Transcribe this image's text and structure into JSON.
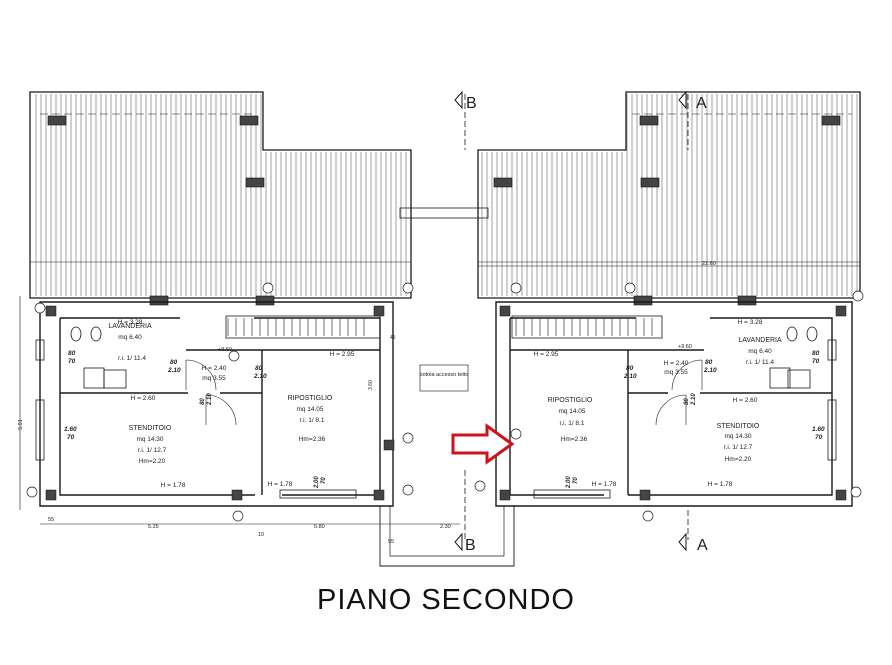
{
  "title": "PIANO SECONDO",
  "section_labels": {
    "a": "A",
    "b": "B"
  },
  "rooms": {
    "lavanderia": {
      "name": "LAVANDERIA",
      "area": "mq 6.40",
      "ri": "r.i. 1/ 11.4",
      "h": "H = 3.28"
    },
    "stenditoio": {
      "name": "STENDITOIO",
      "area": "mq 14.30",
      "ri": "r.i. 1/ 12.7",
      "hm": "Hm=2.20",
      "h1": "H = 2.60",
      "h2": "H = 1.78"
    },
    "ripostiglio": {
      "name": "RIPOSTIGLIO",
      "area": "mq 14.05",
      "ri": "r.i. 1/ 8.1",
      "hm": "Hm=2.36",
      "h1": "H = 2.95",
      "h2": "H = 1.78"
    },
    "disimpegno": {
      "h": "H = 2.40",
      "area": "mq 3.55",
      "level": "+9.60"
    }
  },
  "hatch_label": "botola accesso tetto",
  "doors": {
    "d1": "80",
    "d1b": "2.10",
    "w1": "1.60",
    "w1b": "70",
    "w2": "80",
    "w2b": "70",
    "w3": "2.00",
    "w3b": "70"
  },
  "dimensions": {
    "d1": "55",
    "d2": "5.25",
    "d3": "10",
    "d4": "5.80",
    "d5": "2.30",
    "d6": "55",
    "total_h": "5.91",
    "roof": "22.60",
    "stair": "45",
    "wall": "3.60"
  },
  "colors": {
    "arrow": "#d0101a",
    "lines": "#1a1a1a",
    "hatch": "#444444"
  }
}
